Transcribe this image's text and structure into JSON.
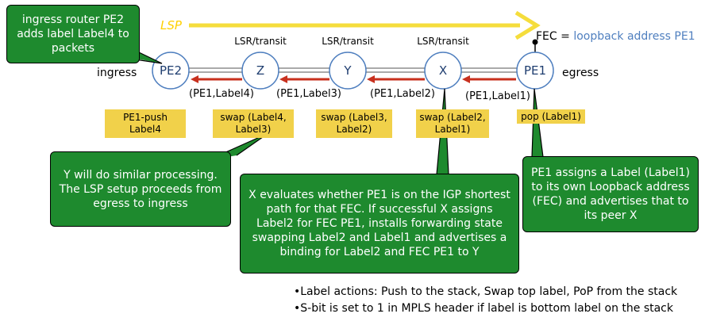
{
  "lsp_label": "LSP",
  "fec": {
    "prefix": "FEC = ",
    "value": "loopback address PE1"
  },
  "side_labels": {
    "ingress": "ingress",
    "egress": "egress"
  },
  "nodes": [
    {
      "id": "PE2",
      "label": "PE2",
      "role": ""
    },
    {
      "id": "Z",
      "label": "Z",
      "role": "LSR/transit"
    },
    {
      "id": "Y",
      "label": "Y",
      "role": "LSR/transit"
    },
    {
      "id": "X",
      "label": "X",
      "role": "LSR/transit"
    },
    {
      "id": "PE1",
      "label": "PE1",
      "role": ""
    }
  ],
  "advertisements": [
    "(PE1,Label4)",
    "(PE1,Label3)",
    "(PE1,Label2)",
    "(PE1,Label1)"
  ],
  "actions": [
    {
      "line1": "PE1-push",
      "line2": "Label4"
    },
    {
      "line1": "swap (Label4,",
      "line2": "Label3)"
    },
    {
      "line1": "swap (Label3,",
      "line2": "Label2)"
    },
    {
      "line1": "swap (Label2,",
      "line2": "Label1)"
    },
    {
      "line1": "pop (Label1)",
      "line2": ""
    }
  ],
  "callouts": {
    "pe2": "ingress router PE2 adds label Label4 to packets",
    "y": "Y will do similar processing. The LSP setup proceeds from egress to ingress",
    "x": "X evaluates whether PE1 is on the IGP shortest path for that FEC. If successful X assigns Label2 for FEC PE1, installs forwarding state swapping Label2 and Label1 and advertises a binding for Label2 and FEC PE1 to Y",
    "pe1": "PE1 assigns a Label (Label1) to its own Loopback address (FEC) and advertises that to its peer X"
  },
  "bullets": [
    "•Label actions: Push to the stack, Swap top label, PoP from the stack",
    "•S-bit is set to 1 in MPLS header if label is bottom label on the stack"
  ],
  "colors": {
    "node_fill": "#ffffff",
    "node_stroke": "#4f7fbf",
    "node_text": "#1f3e70",
    "lsp_arrow": "#f5dd3c",
    "adv_arrow": "#c8301e",
    "fec_value": "#4f7fbf",
    "yellow_box": "#f1d14a",
    "green_box": "#1e8a2e"
  }
}
